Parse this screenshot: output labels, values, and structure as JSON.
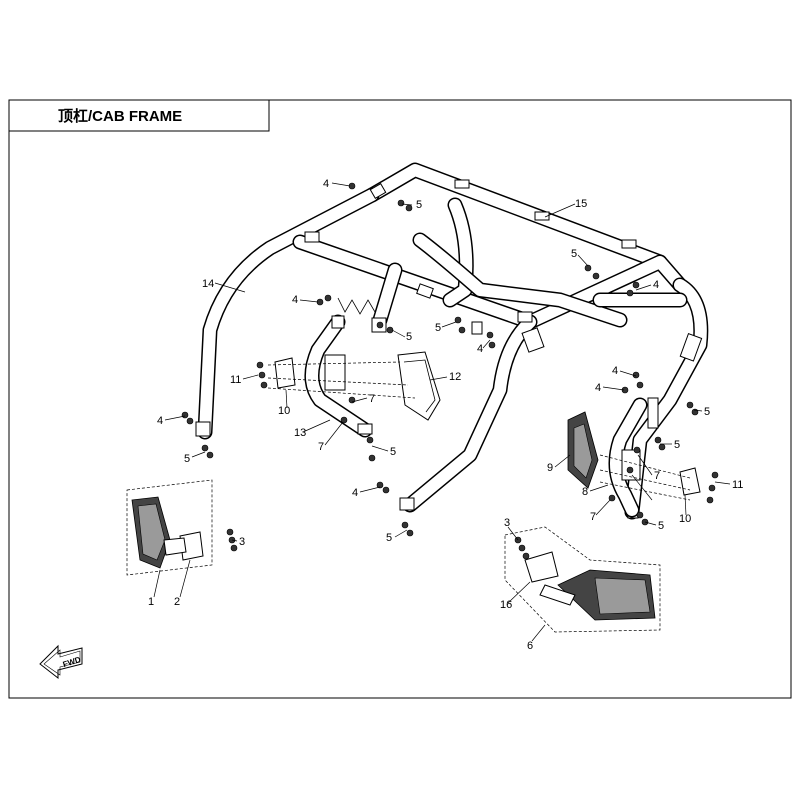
{
  "title": "顶杠/CAB FRAME",
  "fwd_label": "FWD",
  "callouts": [
    {
      "id": "c4a",
      "text": "4"
    },
    {
      "id": "c5a",
      "text": "5"
    },
    {
      "id": "c15",
      "text": "15"
    },
    {
      "id": "c5b",
      "text": "5"
    },
    {
      "id": "c4b",
      "text": "4"
    },
    {
      "id": "c14",
      "text": "14"
    },
    {
      "id": "c4c",
      "text": "4"
    },
    {
      "id": "c5c",
      "text": "5"
    },
    {
      "id": "c5d",
      "text": "5"
    },
    {
      "id": "c4d",
      "text": "4"
    },
    {
      "id": "c11a",
      "text": "11"
    },
    {
      "id": "c12",
      "text": "12"
    },
    {
      "id": "c10a",
      "text": "10"
    },
    {
      "id": "c7a",
      "text": "7"
    },
    {
      "id": "c13",
      "text": "13"
    },
    {
      "id": "c7b",
      "text": "7"
    },
    {
      "id": "c5e",
      "text": "5"
    },
    {
      "id": "c4e",
      "text": "4"
    },
    {
      "id": "c5f",
      "text": "5"
    },
    {
      "id": "c4f",
      "text": "4"
    },
    {
      "id": "c4g",
      "text": "4"
    },
    {
      "id": "c5g",
      "text": "5"
    },
    {
      "id": "c5h",
      "text": "5"
    },
    {
      "id": "c9",
      "text": "9"
    },
    {
      "id": "c7c",
      "text": "7"
    },
    {
      "id": "c8",
      "text": "8"
    },
    {
      "id": "c11b",
      "text": "11"
    },
    {
      "id": "c7d",
      "text": "7"
    },
    {
      "id": "c5i",
      "text": "5"
    },
    {
      "id": "c10b",
      "text": "10"
    },
    {
      "id": "c4h",
      "text": "4"
    },
    {
      "id": "c5j",
      "text": "5"
    },
    {
      "id": "c3a",
      "text": "3"
    },
    {
      "id": "c1",
      "text": "1"
    },
    {
      "id": "c2",
      "text": "2"
    },
    {
      "id": "c3b",
      "text": "3"
    },
    {
      "id": "c16",
      "text": "16"
    },
    {
      "id": "c6",
      "text": "6"
    }
  ]
}
